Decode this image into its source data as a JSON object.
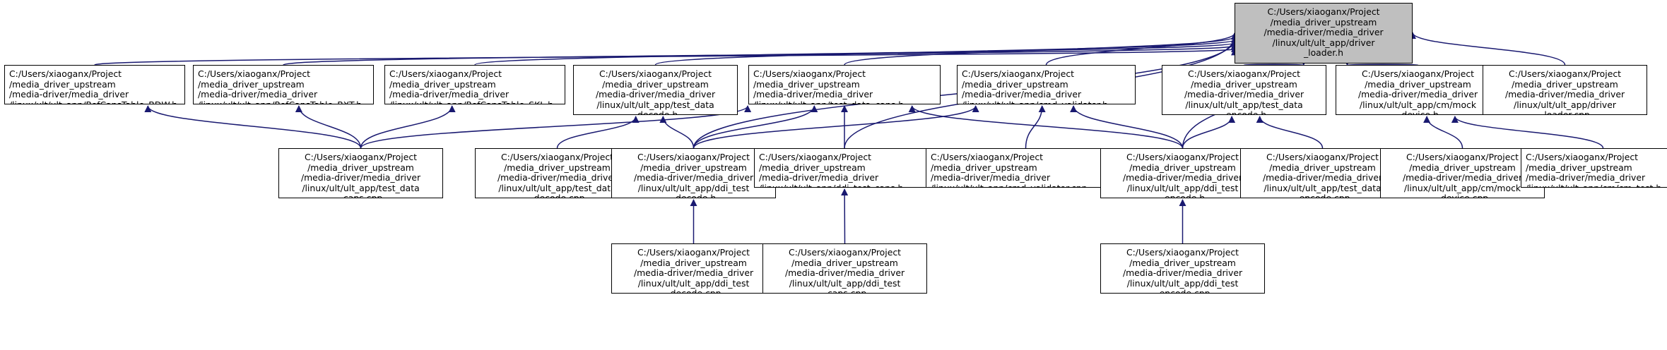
{
  "diagram": {
    "edge_color": "#191970",
    "root_fill": "#bfbfbf",
    "nodes": [
      {
        "id": "root",
        "label": "C:/Users/xiaoganx/Project\n/media_driver_upstream\n/media-driver/media_driver\n/linux/ult/ult_app/driver\n_loader.h"
      },
      {
        "id": "bdw",
        "label": "C:/Users/xiaoganx/Project\n/media_driver_upstream\n/media-driver/media_driver\n/linux/ult/ult_app/RefCapsTable_BDW.h"
      },
      {
        "id": "bxt",
        "label": "C:/Users/xiaoganx/Project\n/media_driver_upstream\n/media-driver/media_driver\n/linux/ult/ult_app/RefCapsTable_BXT.h"
      },
      {
        "id": "skl",
        "label": "C:/Users/xiaoganx/Project\n/media_driver_upstream\n/media-driver/media_driver\n/linux/ult/ult_app/RefCapsTable_SKL.h"
      },
      {
        "id": "tdd_h",
        "label": "C:/Users/xiaoganx/Project\n/media_driver_upstream\n/media-driver/media_driver\n/linux/ult/ult_app/test_data\n_decode.h"
      },
      {
        "id": "tdc_h",
        "label": "C:/Users/xiaoganx/Project\n/media_driver_upstream\n/media-driver/media_driver\n/linux/ult/ult_app/test_data_caps.h"
      },
      {
        "id": "cmdv_h",
        "label": "C:/Users/xiaoganx/Project\n/media_driver_upstream\n/media-driver/media_driver\n/linux/ult/ult_app/cmd_validator.h"
      },
      {
        "id": "tde_h",
        "label": "C:/Users/xiaoganx/Project\n/media_driver_upstream\n/media-driver/media_driver\n/linux/ult/ult_app/test_data\n_encode.h"
      },
      {
        "id": "mock_h",
        "label": "C:/Users/xiaoganx/Project\n/media_driver_upstream\n/media-driver/media_driver\n/linux/ult/ult_app/cm/mock\n_device.h"
      },
      {
        "id": "dl_cpp",
        "label": "C:/Users/xiaoganx/Project\n/media_driver_upstream\n/media-driver/media_driver\n/linux/ult/ult_app/driver\n_loader.cpp"
      },
      {
        "id": "tdc_cpp",
        "label": "C:/Users/xiaoganx/Project\n/media_driver_upstream\n/media-driver/media_driver\n/linux/ult/ult_app/test_data\n_caps.cpp"
      },
      {
        "id": "tdd_cpp",
        "label": "C:/Users/xiaoganx/Project\n/media_driver_upstream\n/media-driver/media_driver\n/linux/ult/ult_app/test_data\n_decode.cpp"
      },
      {
        "id": "ddid_h",
        "label": "C:/Users/xiaoganx/Project\n/media_driver_upstream\n/media-driver/media_driver\n/linux/ult/ult_app/ddi_test\n_decode.h"
      },
      {
        "id": "ddic_h",
        "label": "C:/Users/xiaoganx/Project\n/media_driver_upstream\n/media-driver/media_driver\n/linux/ult/ult_app/ddi_test_caps.h"
      },
      {
        "id": "cmdv_cpp",
        "label": "C:/Users/xiaoganx/Project\n/media_driver_upstream\n/media-driver/media_driver\n/linux/ult/ult_app/cmd_validator.cpp"
      },
      {
        "id": "ddie_h",
        "label": "C:/Users/xiaoganx/Project\n/media_driver_upstream\n/media-driver/media_driver\n/linux/ult/ult_app/ddi_test\n_encode.h"
      },
      {
        "id": "tde_cpp",
        "label": "C:/Users/xiaoganx/Project\n/media_driver_upstream\n/media-driver/media_driver\n/linux/ult/ult_app/test_data\n_encode.cpp"
      },
      {
        "id": "mock_cpp",
        "label": "C:/Users/xiaoganx/Project\n/media_driver_upstream\n/media-driver/media_driver\n/linux/ult/ult_app/cm/mock\n_device.cpp"
      },
      {
        "id": "cmtest_h",
        "label": "C:/Users/xiaoganx/Project\n/media_driver_upstream\n/media-driver/media_driver\n/linux/ult/ult_app/cm/cm_test.h"
      },
      {
        "id": "ddid_cpp",
        "label": "C:/Users/xiaoganx/Project\n/media_driver_upstream\n/media-driver/media_driver\n/linux/ult/ult_app/ddi_test\n_decode.cpp"
      },
      {
        "id": "ddic_cpp",
        "label": "C:/Users/xiaoganx/Project\n/media_driver_upstream\n/media-driver/media_driver\n/linux/ult/ult_app/ddi_test\n_caps.cpp"
      },
      {
        "id": "ddie_cpp",
        "label": "C:/Users/xiaoganx/Project\n/media_driver_upstream\n/media-driver/media_driver\n/linux/ult/ult_app/ddi_test\n_encode.cpp"
      }
    ],
    "edges": [
      [
        "bdw",
        "root"
      ],
      [
        "bxt",
        "root"
      ],
      [
        "skl",
        "root"
      ],
      [
        "tdd_h",
        "root"
      ],
      [
        "tdc_h",
        "root"
      ],
      [
        "cmdv_h",
        "root"
      ],
      [
        "tde_h",
        "root"
      ],
      [
        "mock_h",
        "root"
      ],
      [
        "dl_cpp",
        "root"
      ],
      [
        "ddid_h",
        "root"
      ],
      [
        "ddic_h",
        "root"
      ],
      [
        "ddie_h",
        "root"
      ],
      [
        "tdc_cpp",
        "bdw"
      ],
      [
        "tdc_cpp",
        "bxt"
      ],
      [
        "tdc_cpp",
        "skl"
      ],
      [
        "tdd_cpp",
        "tdd_h"
      ],
      [
        "ddid_h",
        "tdd_h"
      ],
      [
        "tdc_cpp",
        "tdc_h"
      ],
      [
        "ddid_h",
        "tdc_h"
      ],
      [
        "ddic_h",
        "tdc_h"
      ],
      [
        "ddie_h",
        "tdc_h"
      ],
      [
        "ddid_h",
        "cmdv_h"
      ],
      [
        "cmdv_cpp",
        "cmdv_h"
      ],
      [
        "ddie_h",
        "cmdv_h"
      ],
      [
        "ddie_h",
        "tde_h"
      ],
      [
        "tde_cpp",
        "tde_h"
      ],
      [
        "mock_cpp",
        "mock_h"
      ],
      [
        "cmtest_h",
        "mock_h"
      ],
      [
        "ddid_cpp",
        "ddid_h"
      ],
      [
        "ddic_cpp",
        "ddic_h"
      ],
      [
        "ddie_cpp",
        "ddie_h"
      ]
    ]
  }
}
